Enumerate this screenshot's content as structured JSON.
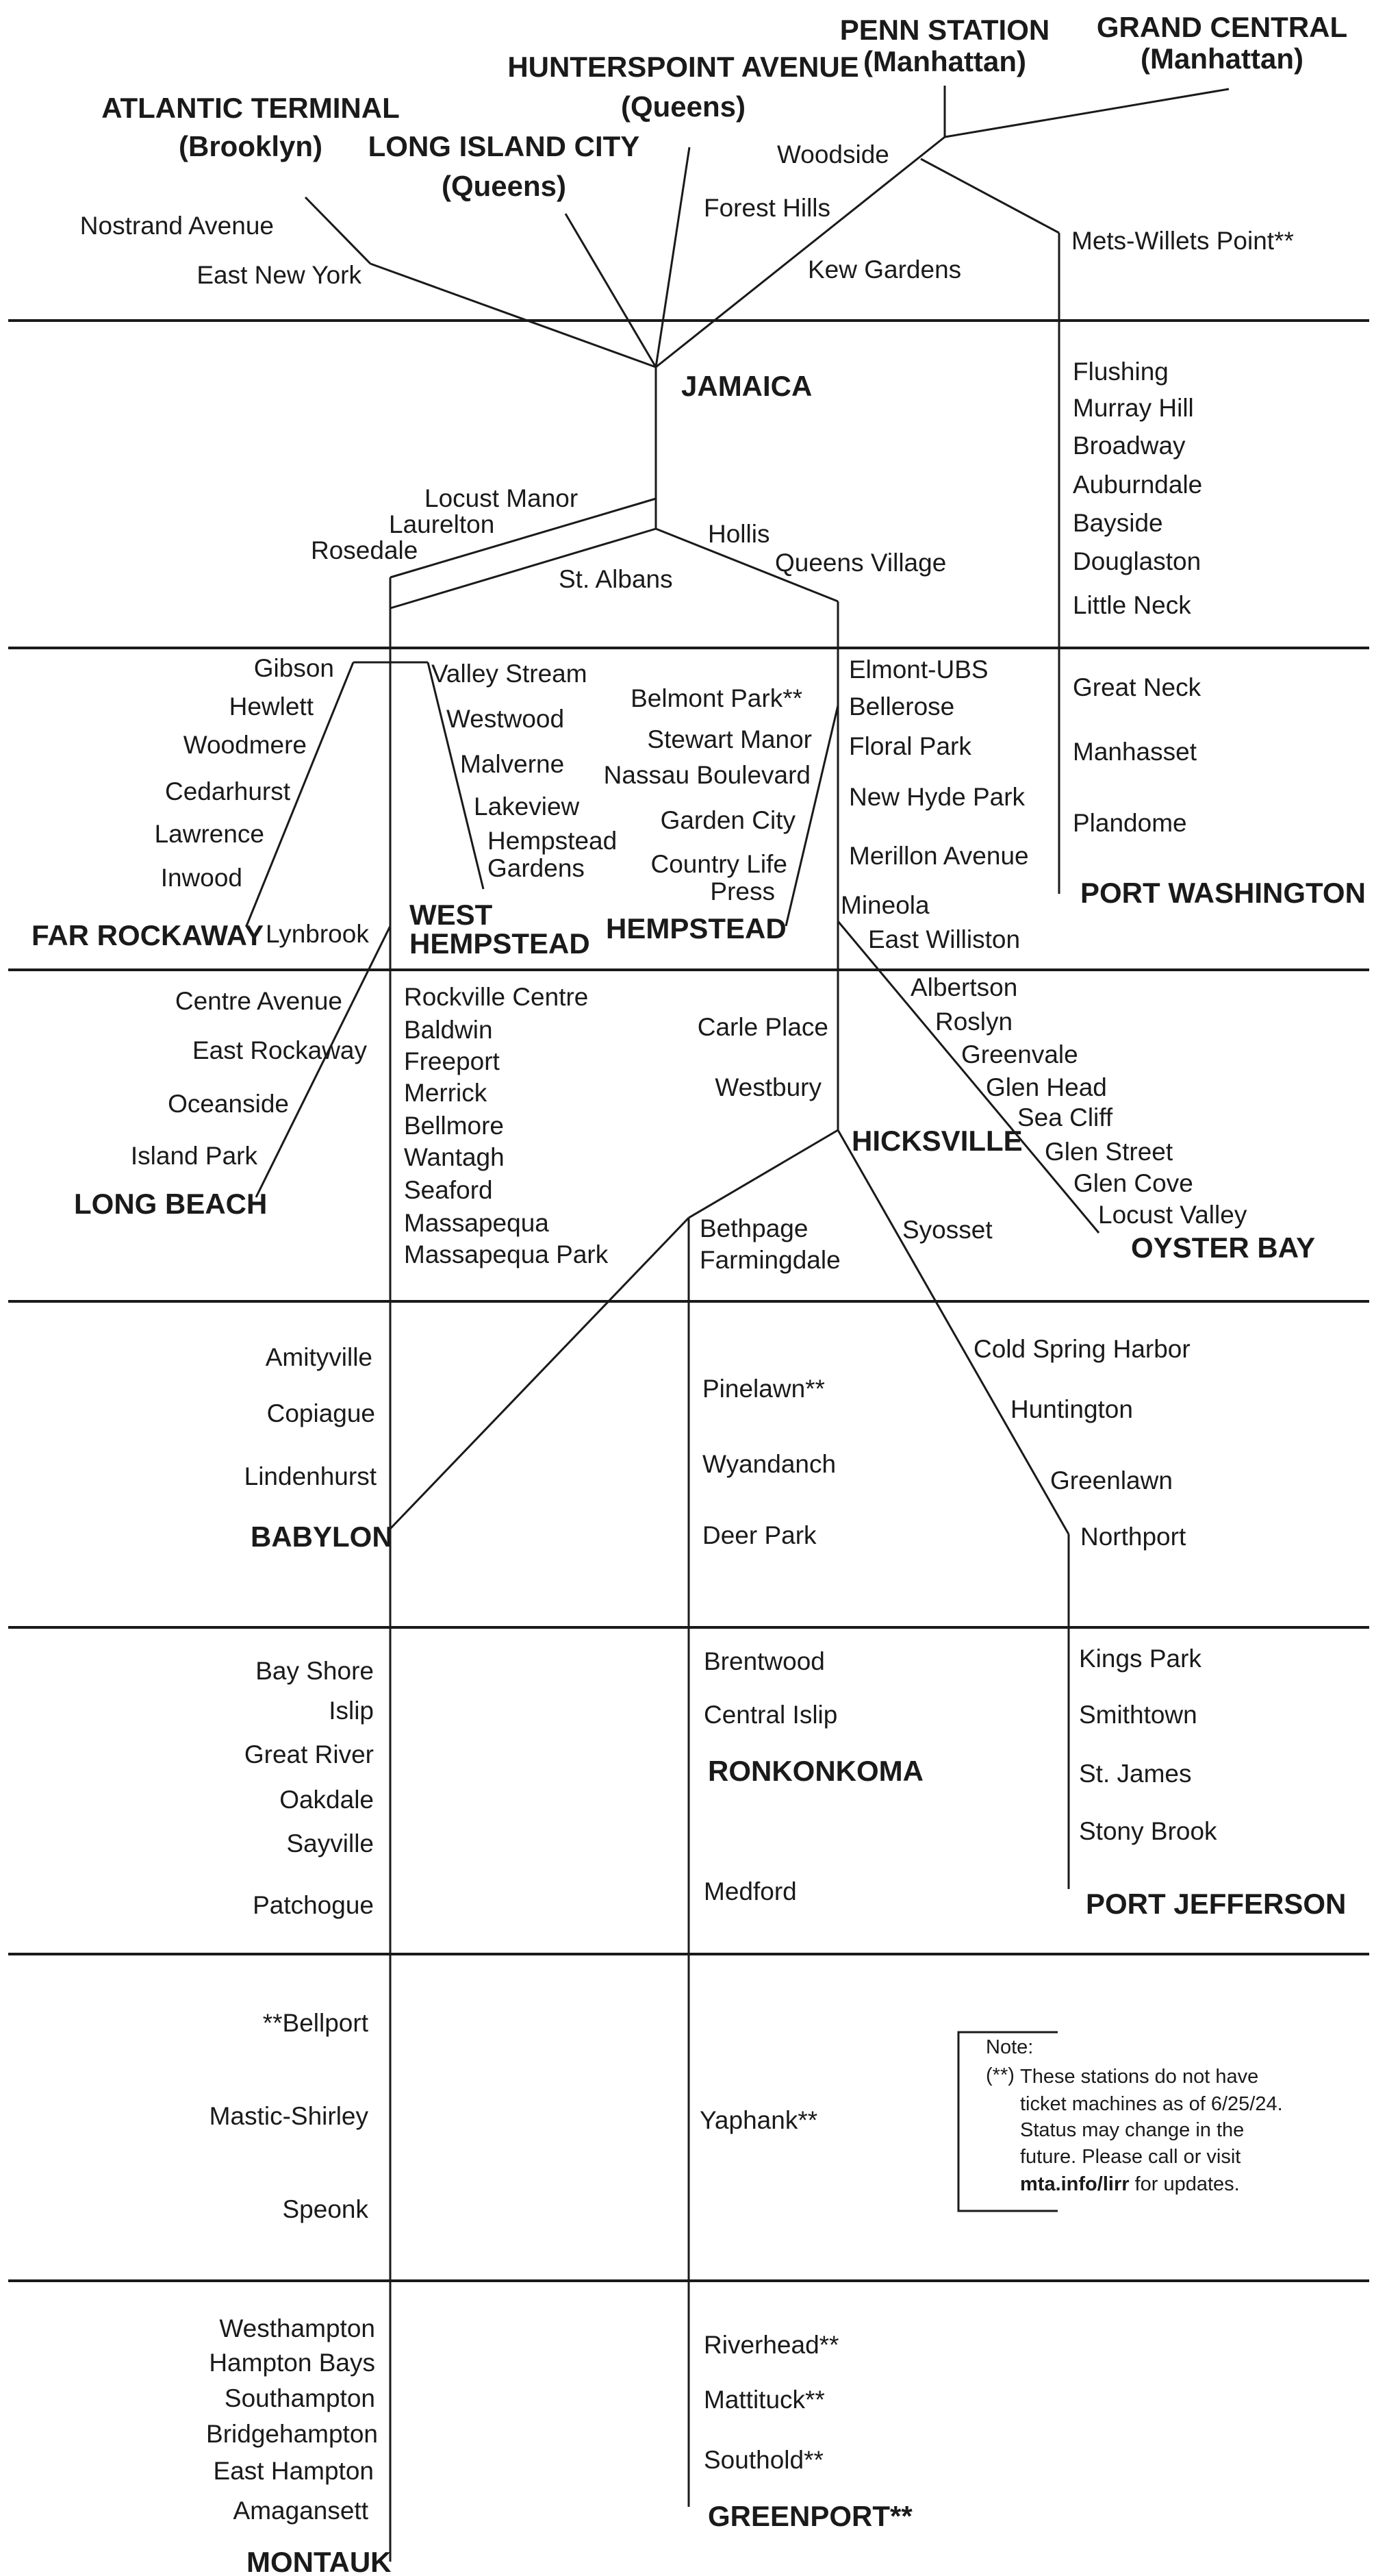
{
  "terminals": {
    "penn_station": [
      "PENN STATION",
      "(Manhattan)"
    ],
    "grand_central": [
      "GRAND CENTRAL",
      "(Manhattan)"
    ],
    "hunterspoint": [
      "HUNTERSPOINT AVENUE",
      "(Queens)"
    ],
    "atlantic": [
      "ATLANTIC TERMINAL",
      "(Brooklyn)"
    ],
    "long_island_city": [
      "LONG ISLAND CITY",
      "(Queens)"
    ],
    "jamaica": "JAMAICA",
    "far_rockaway": "FAR ROCKAWAY",
    "west_hempstead": [
      "WEST",
      "HEMPSTEAD"
    ],
    "hempstead": "HEMPSTEAD",
    "port_washington": "PORT WASHINGTON",
    "long_beach": "LONG BEACH",
    "hicksville": "HICKSVILLE",
    "oyster_bay": "OYSTER BAY",
    "babylon": "BABYLON",
    "ronkonkoma": "RONKONKOMA",
    "port_jefferson": "PORT JEFFERSON",
    "greenport": "GREENPORT**",
    "montauk": "MONTAUK"
  },
  "stations": {
    "woodside": "Woodside",
    "forest_hills": "Forest Hills",
    "kew_gardens": "Kew Gardens",
    "mets_willets": "Mets-Willets Point**",
    "nostrand": "Nostrand Avenue",
    "east_new_york": "East New York",
    "flushing": "Flushing",
    "murray_hill": "Murray Hill",
    "broadway": "Broadway",
    "auburndale": "Auburndale",
    "bayside": "Bayside",
    "douglaston": "Douglaston",
    "little_neck": "Little Neck",
    "locust_manor": "Locust Manor",
    "laurelton": "Laurelton",
    "rosedale": "Rosedale",
    "hollis": "Hollis",
    "queens_village": "Queens Village",
    "st_albans": "St. Albans",
    "gibson": "Gibson",
    "hewlett": "Hewlett",
    "woodmere": "Woodmere",
    "cedarhurst": "Cedarhurst",
    "lawrence": "Lawrence",
    "inwood": "Inwood",
    "lynbrook": "Lynbrook",
    "valley_stream": "Valley Stream",
    "westwood": "Westwood",
    "malverne": "Malverne",
    "lakeview": "Lakeview",
    "hempstead_gardens": [
      "Hempstead",
      "Gardens"
    ],
    "belmont_park": "Belmont Park**",
    "stewart_manor": "Stewart Manor",
    "nassau_blvd": "Nassau Boulevard",
    "garden_city": "Garden City",
    "country_life_press": [
      "Country Life",
      "Press"
    ],
    "elmont_ubs": "Elmont-UBS",
    "bellerose": "Bellerose",
    "floral_park": "Floral Park",
    "new_hyde_park": "New Hyde Park",
    "merillon": "Merillon Avenue",
    "mineola": "Mineola",
    "east_williston": "East Williston",
    "great_neck": "Great Neck",
    "manhasset": "Manhasset",
    "plandome": "Plandome",
    "centre_ave": "Centre Avenue",
    "east_rockaway": "East Rockaway",
    "oceanside": "Oceanside",
    "island_park": "Island Park",
    "rockville_centre": "Rockville Centre",
    "baldwin": "Baldwin",
    "freeport": "Freeport",
    "merrick": "Merrick",
    "bellmore": "Bellmore",
    "wantagh": "Wantagh",
    "seaford": "Seaford",
    "massapequa": "Massapequa",
    "massapequa_park": "Massapequa Park",
    "carle_place": "Carle Place",
    "westbury": "Westbury",
    "albertson": "Albertson",
    "roslyn": "Roslyn",
    "greenvale": "Greenvale",
    "glen_head": "Glen Head",
    "sea_cliff": "Sea Cliff",
    "glen_street": "Glen Street",
    "glen_cove": "Glen Cove",
    "locust_valley": "Locust Valley",
    "bethpage": "Bethpage",
    "farmingdale": "Farmingdale",
    "syosset": "Syosset",
    "amityville": "Amityville",
    "copiague": "Copiague",
    "lindenhurst": "Lindenhurst",
    "pinelawn": "Pinelawn**",
    "wyandanch": "Wyandanch",
    "deer_park": "Deer Park",
    "cold_spring_harbor": "Cold Spring Harbor",
    "huntington": "Huntington",
    "greenlawn": "Greenlawn",
    "northport": "Northport",
    "bay_shore": "Bay Shore",
    "islip": "Islip",
    "great_river": "Great River",
    "oakdale": "Oakdale",
    "sayville": "Sayville",
    "patchogue": "Patchogue",
    "brentwood": "Brentwood",
    "central_islip": "Central Islip",
    "medford": "Medford",
    "kings_park": "Kings Park",
    "smithtown": "Smithtown",
    "st_james": "St. James",
    "stony_brook": "Stony Brook",
    "bellport": "**Bellport",
    "mastic_shirley": "Mastic-Shirley",
    "speonk": "Speonk",
    "yaphank": "Yaphank**",
    "westhampton": "Westhampton",
    "hampton_bays": "Hampton Bays",
    "southampton": "Southampton",
    "bridgehampton": "Bridgehampton",
    "east_hampton": "East Hampton",
    "amagansett": "Amagansett",
    "riverhead": "Riverhead**",
    "mattituck": "Mattituck**",
    "southold": "Southold**"
  },
  "note": {
    "title": "Note:",
    "mark": "(**)",
    "lines": [
      "These stations do not have",
      "ticket machines as of 6/25/24.",
      "Status may change in the",
      "future. Please call or visit"
    ],
    "link": "mta.info/lirr",
    "link_suffix": " for updates."
  }
}
